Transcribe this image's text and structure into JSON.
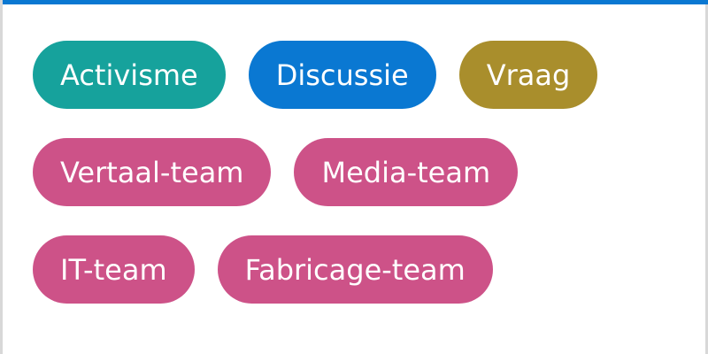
{
  "colors": {
    "top_bar": "#0a78d2",
    "frame_border": "#d8d8d8"
  },
  "tags": {
    "rows": [
      [
        {
          "label": "Activisme",
          "color": "#16a29c"
        },
        {
          "label": "Discussie",
          "color": "#0a78d2"
        },
        {
          "label": "Vraag",
          "color": "#a98e2c"
        }
      ],
      [
        {
          "label": "Vertaal-team",
          "color": "#cd5288"
        },
        {
          "label": "Media-team",
          "color": "#cd5288"
        }
      ],
      [
        {
          "label": "IT-team",
          "color": "#cd5288"
        },
        {
          "label": "Fabricage-team",
          "color": "#cd5288"
        }
      ]
    ]
  }
}
